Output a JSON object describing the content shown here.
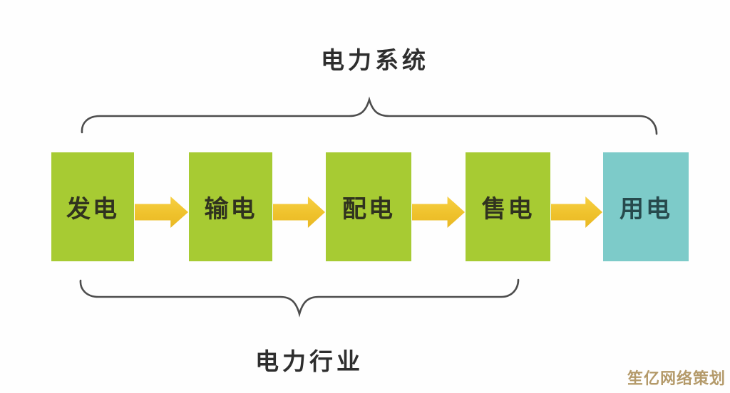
{
  "diagram": {
    "title_top": "电力系统",
    "title_bottom": "电力行业",
    "stages": [
      {
        "label": "发电",
        "color": "#a7cb33"
      },
      {
        "label": "输电",
        "color": "#a7cb33"
      },
      {
        "label": "配电",
        "color": "#a7cb33"
      },
      {
        "label": "售电",
        "color": "#a7cb33"
      },
      {
        "label": "用电",
        "color": "#7dcbc9"
      }
    ],
    "colors": {
      "stage_green": "#a7cb33",
      "stage_teal": "#7dcbc9",
      "arrow_yellow": "#efc22c",
      "brace_gray": "#4d4d4d",
      "label_dark": "#2e2e2e",
      "watermark_tan": "#b49a6a"
    },
    "watermark": "笙亿网络策划"
  }
}
